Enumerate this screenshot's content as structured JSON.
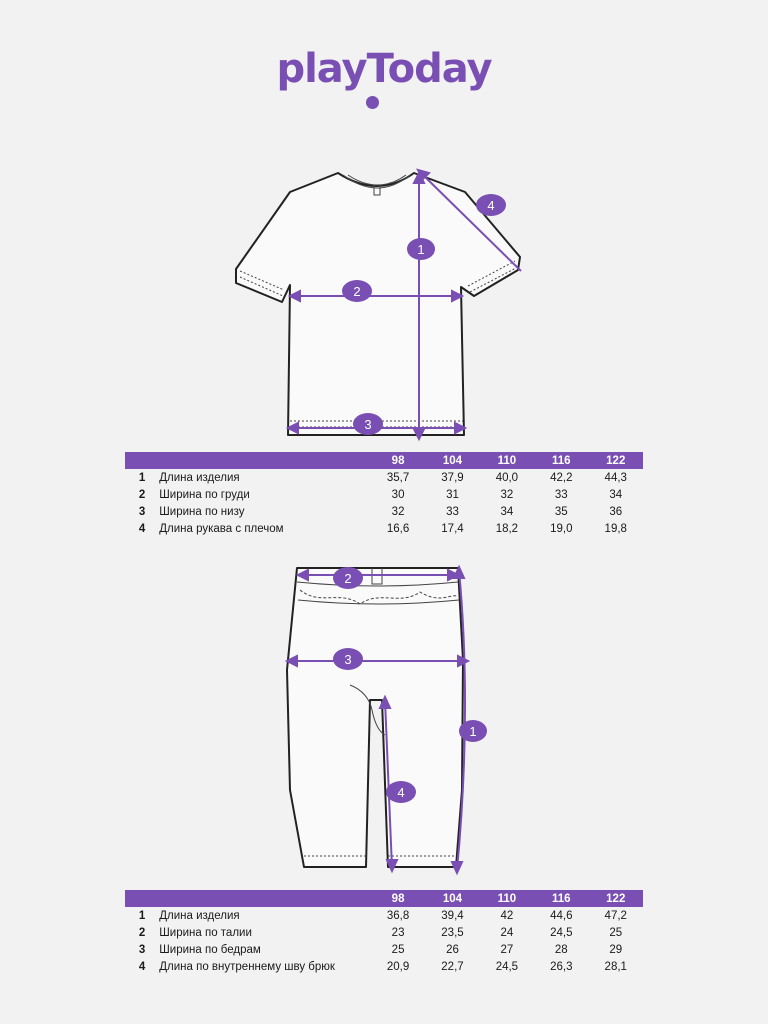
{
  "brand": {
    "logo_text": "playToday",
    "accent": "#7a4fb3"
  },
  "tshirt": {
    "markers": [
      "1",
      "2",
      "3",
      "4"
    ],
    "table": {
      "sizes": [
        "98",
        "104",
        "110",
        "116",
        "122"
      ],
      "rows": [
        {
          "num": "1",
          "label": "Длина изделия",
          "values": [
            "35,7",
            "37,9",
            "40,0",
            "42,2",
            "44,3"
          ]
        },
        {
          "num": "2",
          "label": "Ширина по груди",
          "values": [
            "30",
            "31",
            "32",
            "33",
            "34"
          ]
        },
        {
          "num": "3",
          "label": "Ширина по низу",
          "values": [
            "32",
            "33",
            "34",
            "35",
            "36"
          ]
        },
        {
          "num": "4",
          "label": "Длина рукава с плечом",
          "values": [
            "16,6",
            "17,4",
            "18,2",
            "19,0",
            "19,8"
          ]
        }
      ]
    }
  },
  "pants": {
    "markers": [
      "1",
      "2",
      "3",
      "4"
    ],
    "table": {
      "sizes": [
        "98",
        "104",
        "110",
        "116",
        "122"
      ],
      "rows": [
        {
          "num": "1",
          "label": "Длина изделия",
          "values": [
            "36,8",
            "39,4",
            "42",
            "44,6",
            "47,2"
          ]
        },
        {
          "num": "2",
          "label": "Ширина по талии",
          "values": [
            "23",
            "23,5",
            "24",
            "24,5",
            "25"
          ]
        },
        {
          "num": "3",
          "label": "Ширина по бедрам",
          "values": [
            "25",
            "26",
            "27",
            "28",
            "29"
          ]
        },
        {
          "num": "4",
          "label": "Длина по внутреннему шву брюк",
          "values": [
            "20,9",
            "22,7",
            "24,5",
            "26,3",
            "28,1"
          ]
        }
      ]
    }
  }
}
